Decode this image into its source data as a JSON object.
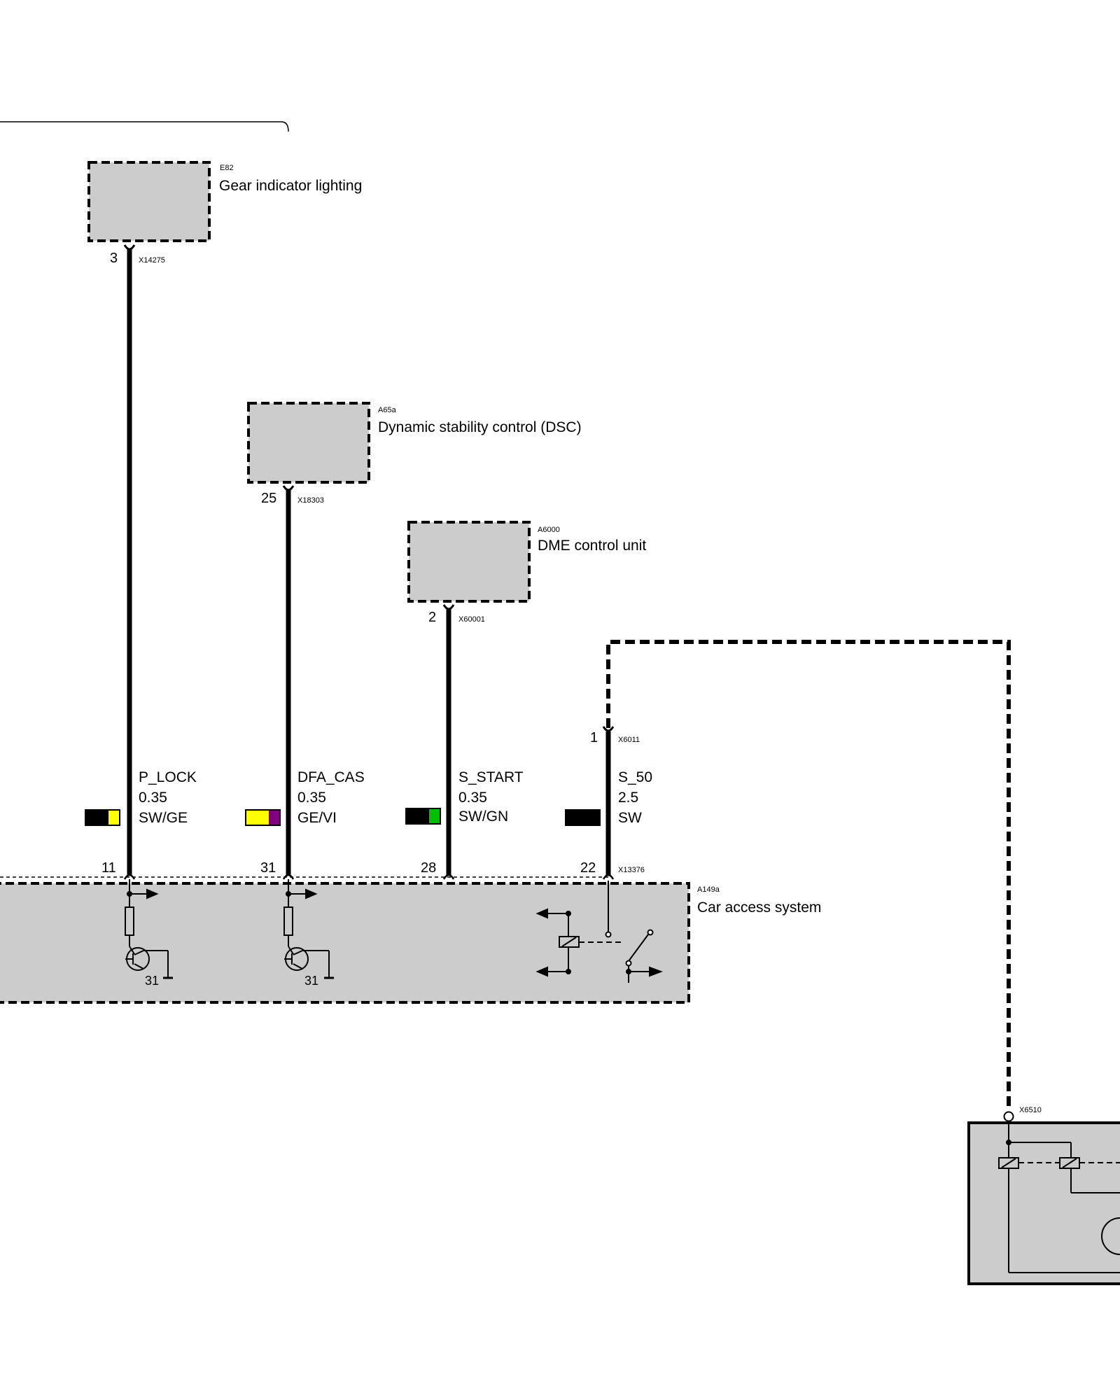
{
  "components": {
    "e82": {
      "code": "E82",
      "name": "Gear indicator lighting",
      "connector": "X14275",
      "pin": "3"
    },
    "a65a": {
      "code": "A65a",
      "name": "Dynamic stability control (DSC)",
      "connector": "X18303",
      "pin": "25"
    },
    "a6000": {
      "code": "A6000",
      "name": "DME control unit",
      "connector": "X60001",
      "pin": "2"
    },
    "a149a": {
      "code": "A149a",
      "name": "Car access system",
      "connector": "X13376"
    },
    "x6011": {
      "connector": "X6011",
      "pin": "1"
    },
    "x6510": {
      "connector": "X6510"
    }
  },
  "wires": [
    {
      "signal": "P_LOCK",
      "gauge": "0.35",
      "color": "SW/GE",
      "colors_hex": [
        "#000000",
        "#ffff00"
      ],
      "cas_pin": "11"
    },
    {
      "signal": "DFA_CAS",
      "gauge": "0.35",
      "color": "GE/VI",
      "colors_hex": [
        "#ffff00",
        "#800080"
      ],
      "cas_pin": "31"
    },
    {
      "signal": "S_START",
      "gauge": "0.35",
      "color": "SW/GN",
      "colors_hex": [
        "#000000",
        "#00c000"
      ],
      "cas_pin": "28"
    },
    {
      "signal": "S_50",
      "gauge": "2.5",
      "color": "SW",
      "colors_hex": [
        "#000000",
        "#000000"
      ],
      "cas_pin": "22"
    }
  ],
  "ground_labels": [
    "31",
    "31"
  ],
  "colors": {
    "component_fill": "#cccccc",
    "wire": "#000000"
  }
}
